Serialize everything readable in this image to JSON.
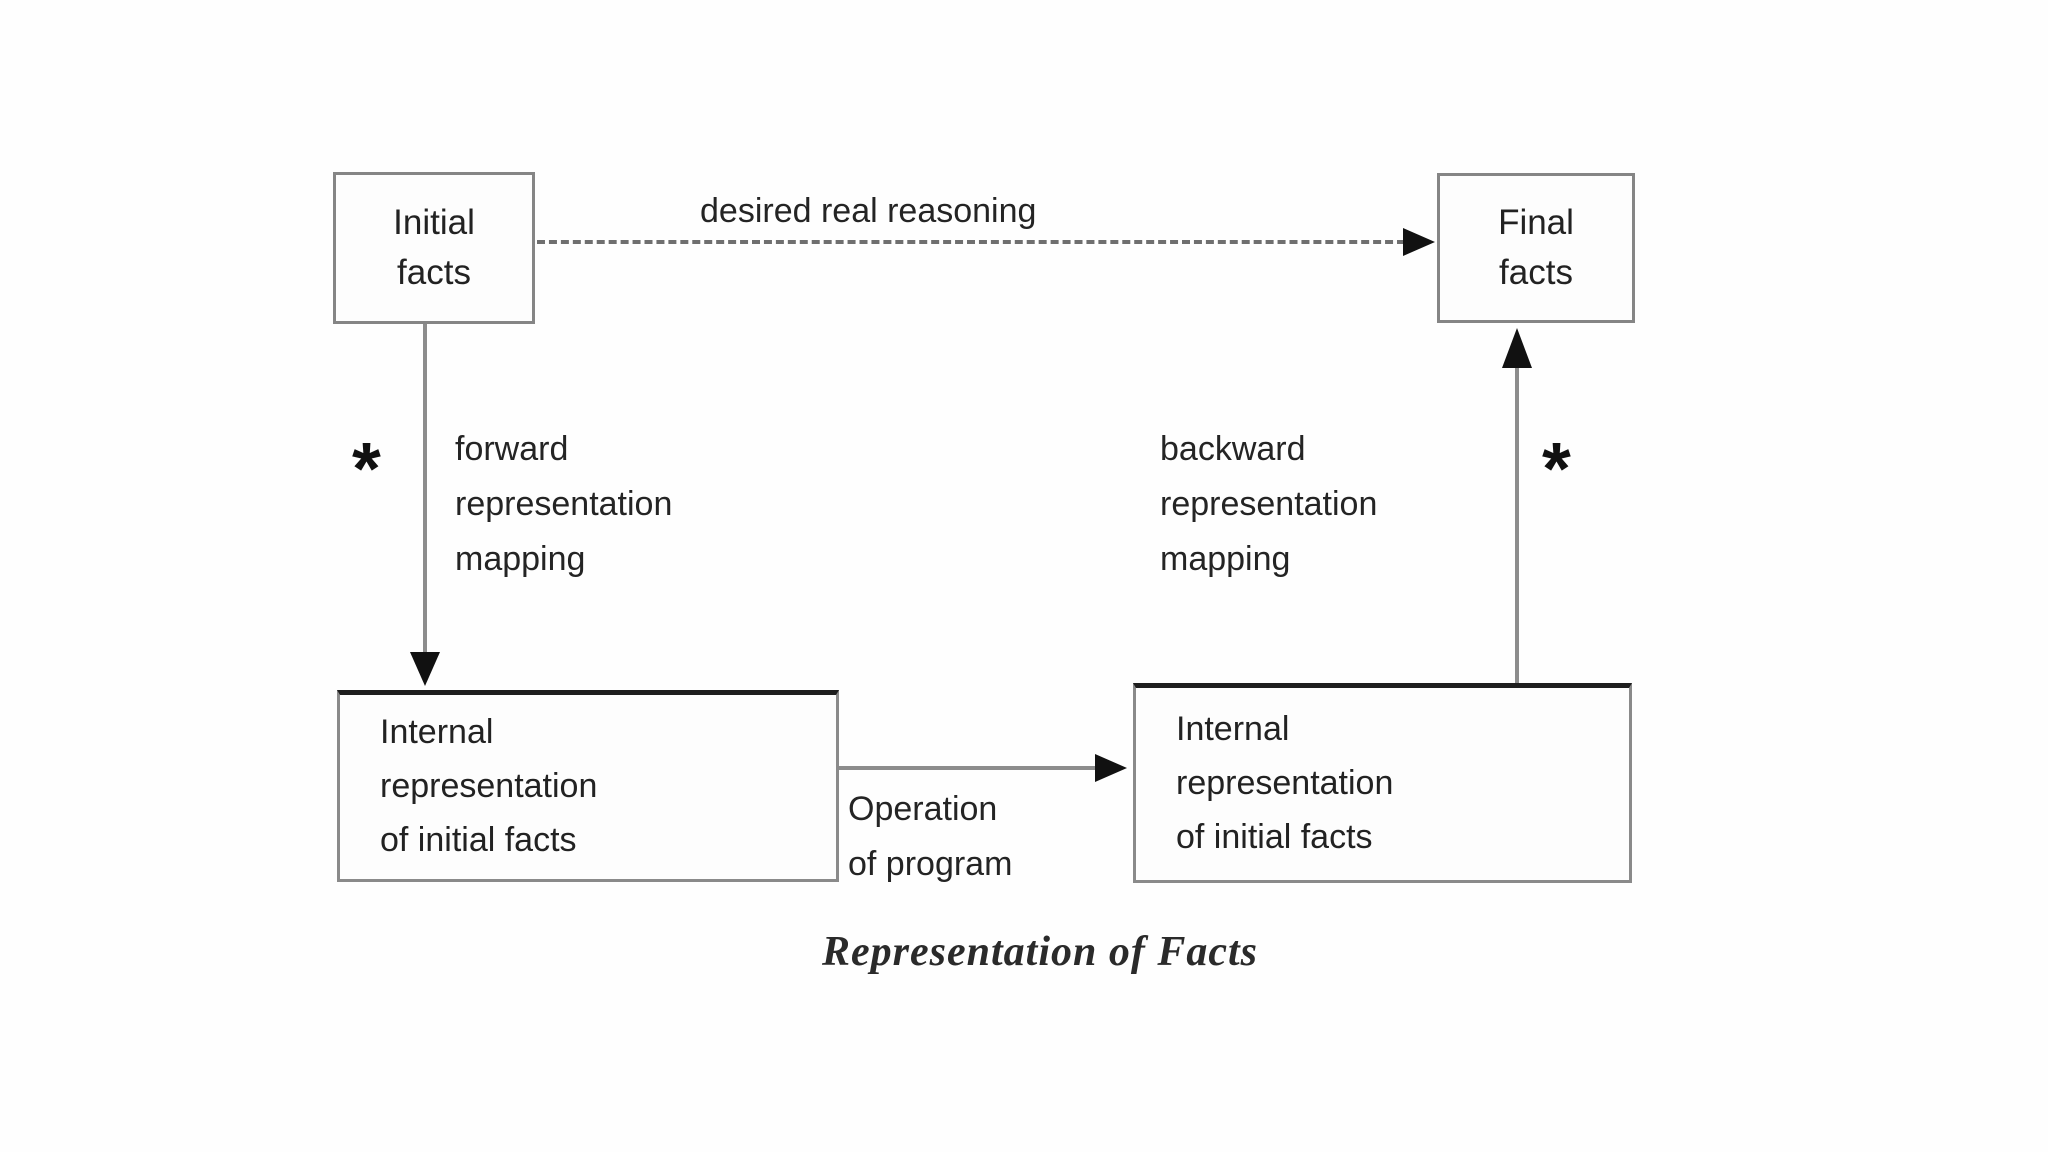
{
  "diagram": {
    "caption": "Representation of Facts",
    "boxes": {
      "initial_facts": "Initial\nfacts",
      "final_facts": "Final\nfacts",
      "internal_initial_left": "Internal\nrepresentation\nof initial facts",
      "internal_initial_right": "Internal\nrepresentation\nof initial facts"
    },
    "edges": {
      "desired_real_reasoning": "desired real reasoning",
      "forward_mapping": "forward\nrepresentation\nmapping",
      "backward_mapping": "backward\nrepresentation\nmapping",
      "operation_of_program": "Operation\nof program",
      "asterisk_left": "*",
      "asterisk_right": "*"
    },
    "colors": {
      "box_border": "#858585",
      "bottom_box_top_border": "#1e1e1e",
      "line": "#8c8c8c",
      "dashed_line": "#6f6f6f",
      "arrowhead": "#111111",
      "text": "#1c1c1c"
    }
  }
}
